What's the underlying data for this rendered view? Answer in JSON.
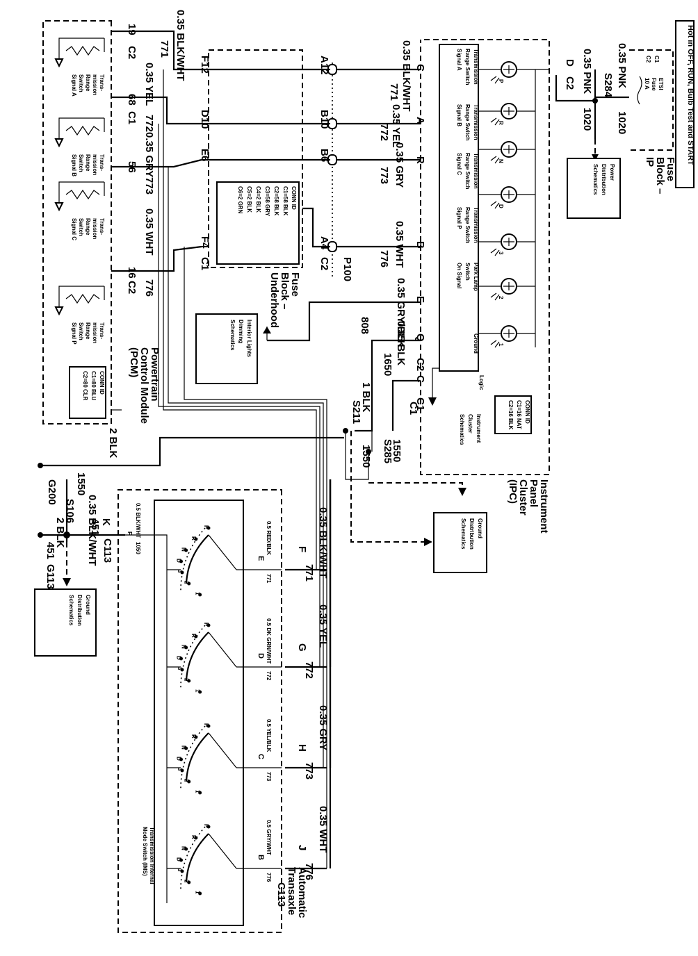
{
  "header": {
    "power_note": "Hot in OFF, RUN, Bulb Test and START"
  },
  "fuse_block_ip": {
    "title_line1": "Fuse",
    "title_line2": "Block –",
    "title_line3": "IP",
    "fuse_name": "ETSI",
    "fuse_word": "Fuse",
    "fuse_rating": "10 A",
    "c1": "C1",
    "c2": "C2"
  },
  "power_distribution": {
    "line1": "Power",
    "line2": "Distribution",
    "line3": "Schematics"
  },
  "feed_wires": {
    "wire1_gauge": "0.35 PNK",
    "wire1_circuit": "1020",
    "wire2_gauge": "0.35 PNK",
    "wire2_circuit": "1020",
    "splice": "S284",
    "pin_d": "D",
    "c2": "C2"
  },
  "ipc": {
    "title_line1": "Instrument",
    "title_line2": "Panel",
    "title_line3": "Cluster",
    "title_line4": "(IPC)",
    "signals": [
      {
        "l1": "Transmission",
        "l2": "Range Switch",
        "l3": "Signal A"
      },
      {
        "l1": "Transmission",
        "l2": "Range Switch",
        "l3": "Signal B"
      },
      {
        "l1": "Transmission",
        "l2": "Range Switch",
        "l3": "Signal C"
      },
      {
        "l1": "Transmission",
        "l2": "Range Switch",
        "l3": "Signal P"
      },
      {
        "l1": "Park Lamp",
        "l2": "Switch",
        "l3": "On Signal"
      },
      {
        "l1": "Ground",
        "l2": "",
        "l3": ""
      }
    ],
    "lamp_labels": [
      "P",
      "R",
      "N",
      "D",
      "3",
      "2",
      "1"
    ],
    "logic": "Logic",
    "conn_id_title": "CONN ID",
    "conn_id_rows": [
      "C1=16 NAT",
      "C2=16 BLK"
    ],
    "cluster_line1": "Instrument",
    "cluster_line2": "Cluster",
    "cluster_line3": "Schematics",
    "pins": [
      "C",
      "A",
      "R",
      "B",
      "E",
      "Q",
      "C"
    ],
    "c1": "C1",
    "c2": "C2"
  },
  "ground_dist_mid": {
    "line1": "Ground",
    "line2": "Distribution",
    "line3": "Schematics"
  },
  "ground_dist_left": {
    "line1": "Ground",
    "line2": "Distribution",
    "line3": "Schematics"
  },
  "fuse_block_underhood": {
    "title_line1": "Fuse",
    "title_line2": "Block –",
    "title_line3": "Underhood",
    "conn_id_title": "CONN ID",
    "conn_id_rows": [
      "C1=58 BLK",
      "C2=58 BLK",
      "C3=58 GRY",
      "C4=2 BLK",
      "C5=2 BLK",
      "C6=2 GRN"
    ],
    "pins": [
      "A12",
      "B10",
      "B6",
      "A4"
    ],
    "c2": "C2",
    "p100": "P100"
  },
  "interior_lights": {
    "line1": "Interior Lights",
    "line2": "Dimming",
    "line3": "Schematics"
  },
  "pcm": {
    "title_line1": "Powertrain",
    "title_line2": "Control Module",
    "title_line3": "(PCM)",
    "switches": [
      {
        "l1": "Trans-",
        "l2": "mission",
        "l3": "Range",
        "l4": "Switch",
        "l5": "Signal A"
      },
      {
        "l1": "Trans-",
        "l2": "mission",
        "l3": "Range",
        "l4": "Switch",
        "l5": "Signal B"
      },
      {
        "l1": "Trans-",
        "l2": "mission",
        "l3": "Range",
        "l4": "Switch",
        "l5": "Signal C"
      },
      {
        "l1": "Trans-",
        "l2": "mission",
        "l3": "Range",
        "l4": "Switch",
        "l5": "Signal P"
      }
    ],
    "conn_id_title": "CONN ID",
    "conn_id_rows": [
      "C1=80 BLU",
      "C2=80 CLR"
    ],
    "pins": [
      "19",
      "68",
      "56",
      "16"
    ],
    "c1": "C1",
    "c2": "C2",
    "uh_pins": [
      "F12",
      "D10",
      "E6",
      "F4"
    ],
    "uh_c1": "C1"
  },
  "wires": [
    {
      "gauge": "0.35 BLK/WHT",
      "circuit": "771"
    },
    {
      "gauge": "0.35 YEL",
      "circuit": "772"
    },
    {
      "gauge": "0.35 GRY",
      "circuit": "773"
    },
    {
      "gauge": "0.35 WHT",
      "circuit": "776"
    }
  ],
  "right_wires": [
    {
      "gauge": "0.35 BLK/WHT",
      "circuit": "771"
    },
    {
      "gauge": "0.35 YEL",
      "circuit": "772"
    },
    {
      "gauge": "0.35 GRY",
      "circuit": "773"
    },
    {
      "gauge": "0.35 WHT",
      "circuit": "776"
    },
    {
      "gauge": "0.35 GRY/BLK",
      "circuit": "808"
    },
    {
      "gauge": "0.35 BLK",
      "circuit": "1650"
    }
  ],
  "grounds": {
    "wire_2blk": "2 BLK",
    "wire_1blk": "1 BLK",
    "s211": "S211",
    "s285": "S285",
    "c1550_a": "1550",
    "c1550_b": "1550",
    "c1650": "1650",
    "c1_small": "C1",
    "g200": "G200",
    "g113": "G113",
    "s106": "S106",
    "g200_wire_gauge": "0.35 BLK/WHT",
    "g200_wire_circuit": "1550",
    "c113_pin": "K",
    "c113_circuit": "451",
    "c113": "C113",
    "g113_wire": "2 BLK",
    "g113_circuit": "451"
  },
  "trans": {
    "title_line1": "Automatic",
    "title_line2": "Transaxle",
    "c113": "C113",
    "pins": [
      "F",
      "G",
      "H",
      "J"
    ],
    "inner_pins": [
      "E",
      "D",
      "C",
      "B"
    ],
    "inner_wires": [
      {
        "gauge": "0.5 RED/BLK",
        "circuit": "771"
      },
      {
        "gauge": "0.5 DK GRN/WHT",
        "circuit": "772"
      },
      {
        "gauge": "0.5 YEL/BLK",
        "circuit": "773"
      },
      {
        "gauge": "0.5 GRY/WHT",
        "circuit": "776"
      }
    ],
    "ground_pin": "F",
    "ground_gauge": "0.5 BLK/WHT",
    "ground_circuit": "1050",
    "ims_line1": "Transmission Internal",
    "ims_line2": "Mode Switch (IMS)",
    "positions": [
      "P",
      "R",
      "N",
      "D",
      "3",
      "2",
      "1"
    ]
  }
}
